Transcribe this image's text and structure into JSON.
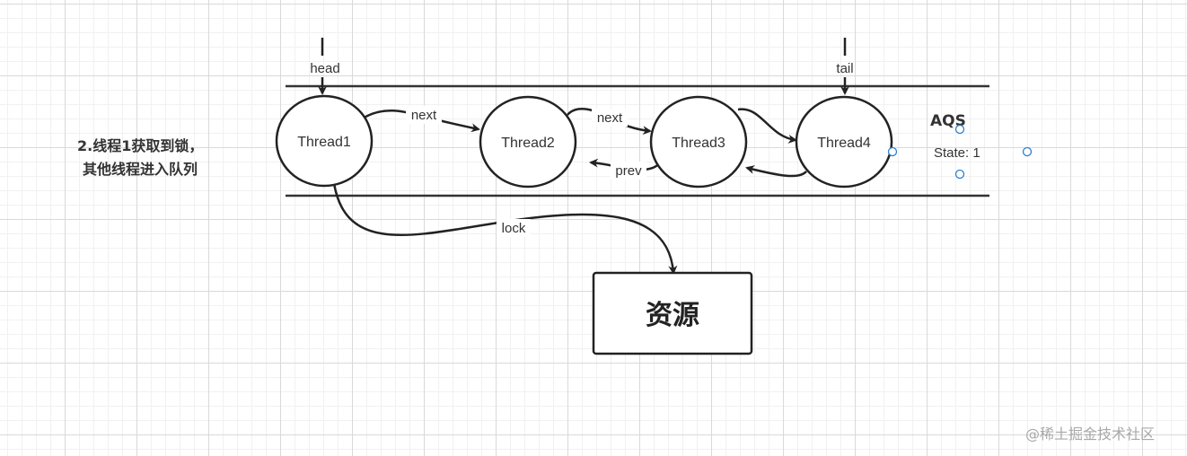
{
  "caption": {
    "line1": "2.线程1获取到锁，",
    "line2": "其他线程进入队列"
  },
  "pointers": {
    "head": "head",
    "tail": "tail"
  },
  "threads": [
    "Thread1",
    "Thread2",
    "Thread3",
    "Thread4"
  ],
  "edges": {
    "next1": "next",
    "next2": "next",
    "prev": "prev",
    "lock": "lock"
  },
  "aqs": {
    "title": "AQS",
    "state": "State: 1"
  },
  "resource": {
    "label": "资源"
  },
  "watermark": "@稀土掘金技术社区",
  "colors": {
    "stroke": "#222222",
    "text": "#333333",
    "selection_handle": "#2a7fd4",
    "grid": "#d9d9d9"
  }
}
